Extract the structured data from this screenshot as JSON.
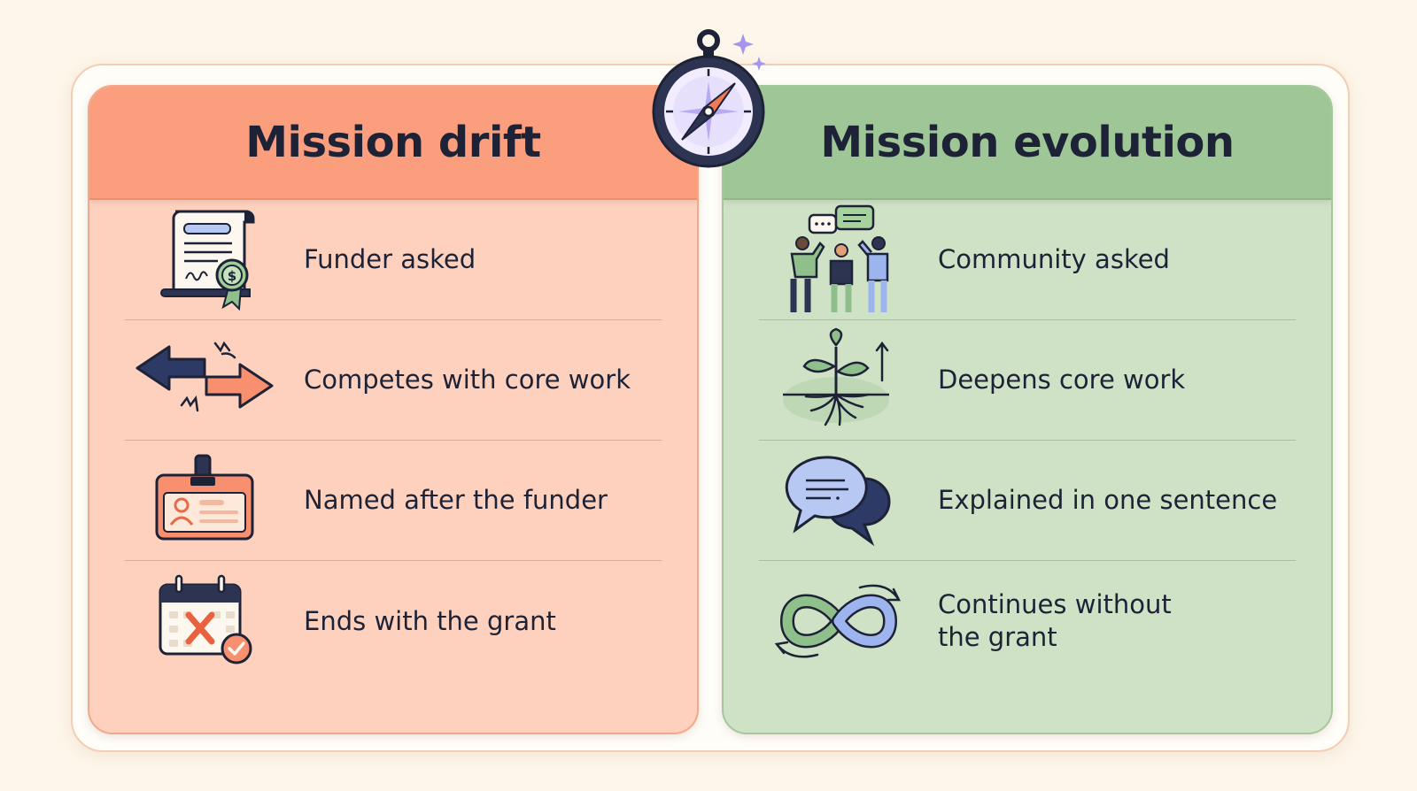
{
  "colors": {
    "background": "#fdf6ea",
    "drift_header": "#fb9e7e",
    "drift_body": "#fdd1bd",
    "evolution_header": "#9fc696",
    "evolution_body": "#cfe2c6",
    "ink": "#1d2236",
    "accent_purple": "#8f7fe0"
  },
  "drift": {
    "title": "Mission drift",
    "items": [
      {
        "icon": "certificate-icon",
        "label": "Funder asked"
      },
      {
        "icon": "conflicting-arrows-icon",
        "label": "Competes with core work"
      },
      {
        "icon": "id-badge-icon",
        "label": "Named after the funder"
      },
      {
        "icon": "calendar-cancel-icon",
        "label": "Ends with the grant"
      }
    ]
  },
  "evolution": {
    "title": "Mission evolution",
    "items": [
      {
        "icon": "community-people-icon",
        "label": "Community asked"
      },
      {
        "icon": "rooted-sprout-icon",
        "label": "Deepens core work"
      },
      {
        "icon": "speech-bubbles-icon",
        "label": "Explained in one sentence"
      },
      {
        "icon": "infinity-loop-icon",
        "label": "Continues without\nthe grant"
      }
    ]
  },
  "center_icon": "compass-icon"
}
